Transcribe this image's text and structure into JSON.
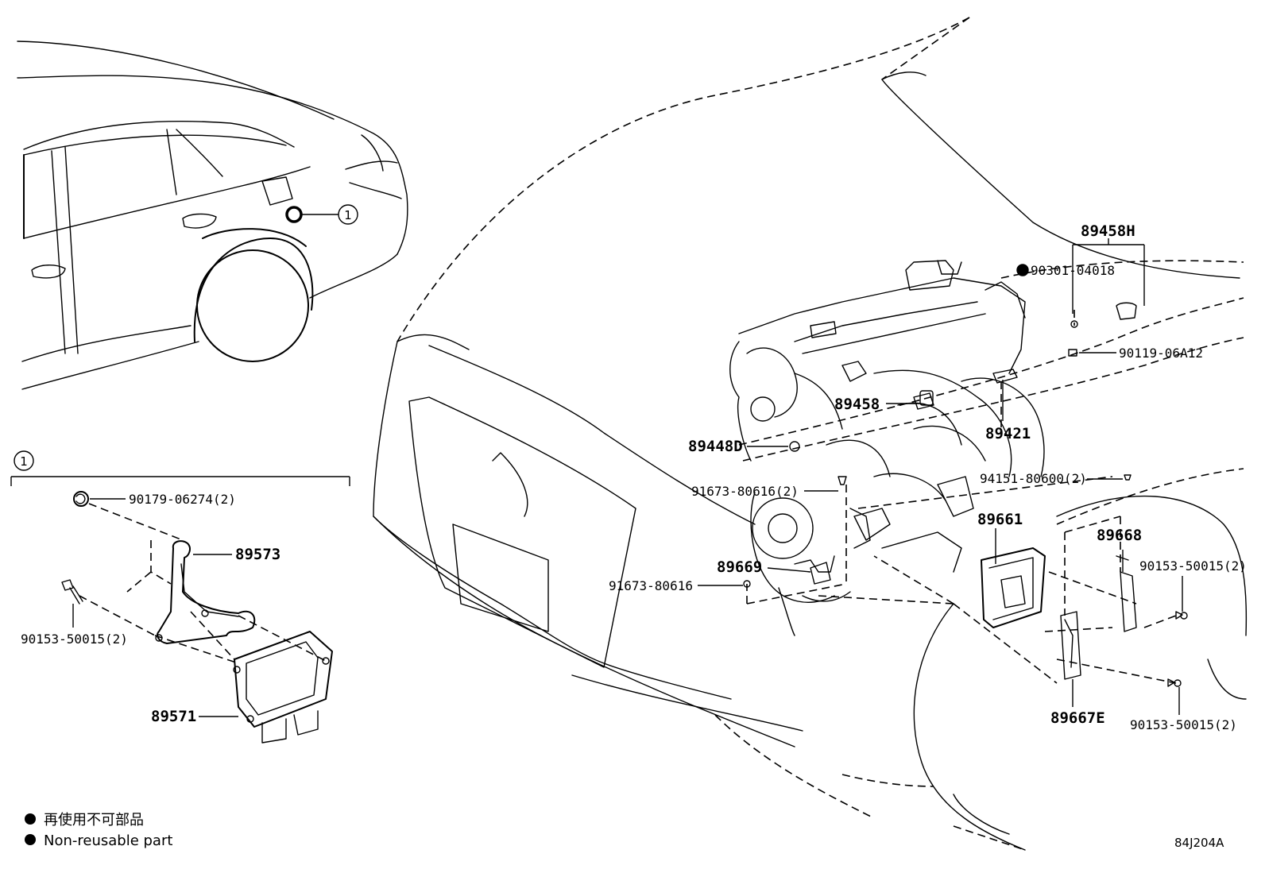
{
  "parts": {
    "p89458H": "89458H",
    "p90301": "90301-04018",
    "p90119": "90119-06A12",
    "p89458": "89458",
    "p89421": "89421",
    "p89448D": "89448D",
    "p94151": "94151-80600(2)",
    "p91673a": "91673-80616(2)",
    "p89661": "89661",
    "p89668": "89668",
    "p89669": "89669",
    "p91673b": "91673-80616",
    "p90153a": "90153-50015(2)",
    "p90153b": "90153-50015(2)",
    "p89667E": "89667E",
    "p90179": "90179-06274(2)",
    "p89573": "89573",
    "p90153c": "90153-50015(2)",
    "p89571": "89571"
  },
  "callout": "1",
  "legend": {
    "jp": "再使用不可部品",
    "en": "Non-reusable part"
  },
  "figure_code": "84J204A"
}
